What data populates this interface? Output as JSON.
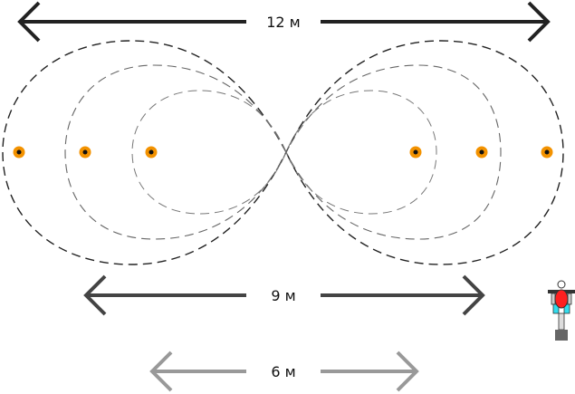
{
  "dimensions": [
    {
      "id": "dim-12",
      "label": "12 м",
      "value": 12,
      "unit": "м",
      "color": "#222222"
    },
    {
      "id": "dim-9",
      "label": "9 м",
      "value": 9,
      "unit": "м",
      "color": "#444444"
    },
    {
      "id": "dim-6",
      "label": "6 м",
      "value": 6,
      "unit": "м",
      "color": "#999999"
    }
  ],
  "colors": {
    "cone_outer": "#f39200",
    "cone_inner": "#111111",
    "figure_eight_large": "#222222",
    "figure_eight_medium": "#666666",
    "figure_eight_small": "#777777",
    "rider_helmet": "#ff2020",
    "rider_arms": "#33ddee",
    "rider_body": "#ffffff",
    "rider_wheel": "#666666"
  },
  "icons": {
    "cone": "traffic-cone-icon",
    "rider": "motorcycle-rider-icon"
  }
}
